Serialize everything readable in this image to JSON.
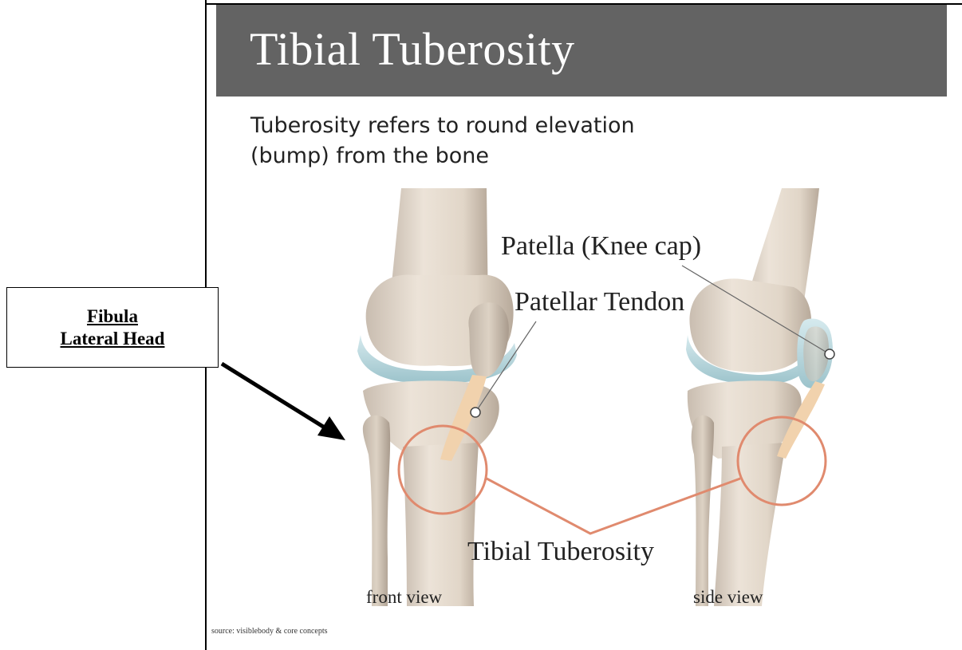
{
  "slide": {
    "title": "Tibial Tuberosity",
    "subtitle_line1": "Tuberosity refers to round elevation",
    "subtitle_line2": "(bump) from the bone",
    "source": "source: visiblebody & core concepts"
  },
  "labels": {
    "patella": "Patella (Knee cap)",
    "patellar_tendon": "Patellar Tendon",
    "tibial_tuberosity": "Tibial Tuberosity",
    "front_view": "front view",
    "side_view": "side view"
  },
  "callout": {
    "line1": "Fibula",
    "line2": "Lateral Head"
  },
  "colors": {
    "title_bar": "#636363",
    "bone": "#e3d8ca",
    "cartilage": "#bcd8de",
    "highlight_circle": "#e08a6e",
    "tendon": "#f1d2ad"
  }
}
